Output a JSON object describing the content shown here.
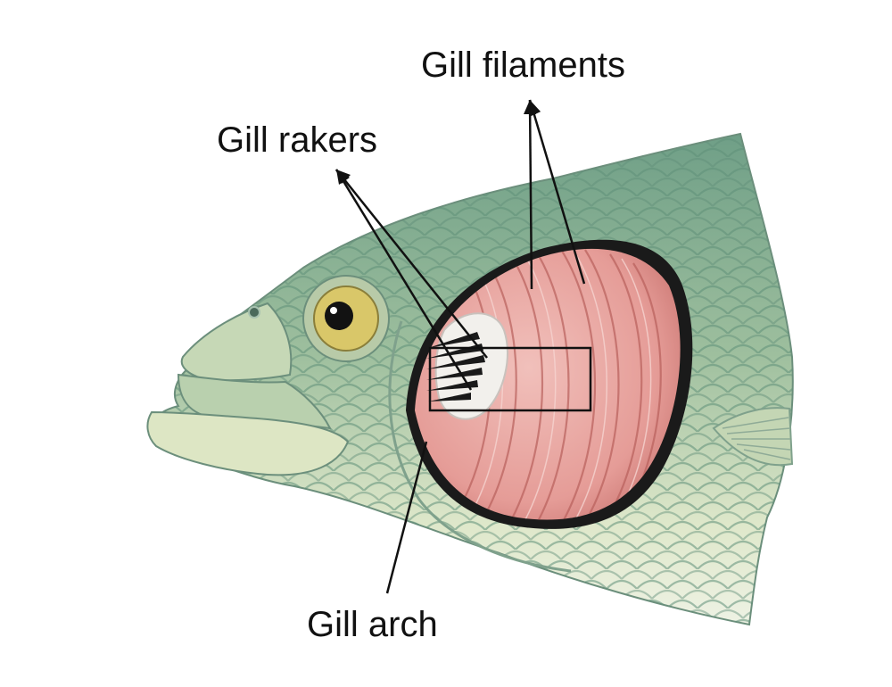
{
  "labels": {
    "gill_filaments": "Gill filaments",
    "gill_rakers": "Gill rakers",
    "gill_arch": "Gill arch"
  },
  "colors": {
    "scale_green": "#8fb7a1",
    "belly": "#e9efd7",
    "gill_pink": "#e49b97",
    "eye_iris": "#d9c769",
    "leader_line": "#111111"
  },
  "icons": {
    "fish_head": "fish-head-illustration",
    "eye": "eye-icon"
  }
}
